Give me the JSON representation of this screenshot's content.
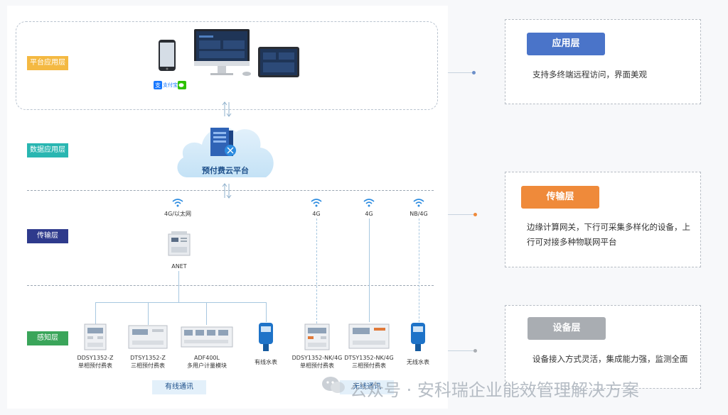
{
  "layers": {
    "platform": {
      "label": "平台应用层",
      "color": "#f4b942"
    },
    "data": {
      "label": "数据应用层",
      "color": "#29b6b1",
      "cloud_label": "预付费云平台"
    },
    "transport": {
      "label": "传输层",
      "color": "#2e3a8c",
      "gateway_label": "ANET",
      "wired_network_label": "4G/以太网"
    },
    "perception": {
      "label": "感知层",
      "color": "#3aa55a"
    }
  },
  "devices": [
    {
      "model": "DDSY1352-Z",
      "name": "单相预付费表"
    },
    {
      "model": "DTSY1352-Z",
      "name": "三相预付费表"
    },
    {
      "model": "ADF400L",
      "name": "多用户计量模块"
    },
    {
      "model": "",
      "name": "有线水表"
    },
    {
      "model": "DDSY1352-NK/4G",
      "name": "单相预付费表",
      "network": "4G"
    },
    {
      "model": "DTSY1352-NK/4G",
      "name": "三相预付费表",
      "network": "4G"
    },
    {
      "model": "",
      "name": "无线水表",
      "network": "NB/4G"
    }
  ],
  "comm": {
    "wired": "有线通讯",
    "wireless": "无线通讯"
  },
  "payment_logos": {
    "alipay": "支付宝"
  },
  "cards": [
    {
      "title": "应用层",
      "desc": "支持多终端远程访问，界面美观",
      "color": "#4a74c9"
    },
    {
      "title": "传输层",
      "desc": "边缘计算网关，下行可采集多样化的设备，上行可对接多种物联网平台",
      "color": "#ef8a3a"
    },
    {
      "title": "设备层",
      "desc": "设备接入方式灵活，集成能力强，监测全面",
      "color": "#a9adb2"
    }
  ],
  "watermark": "公众号 · 安科瑞企业能效管理解决方案"
}
